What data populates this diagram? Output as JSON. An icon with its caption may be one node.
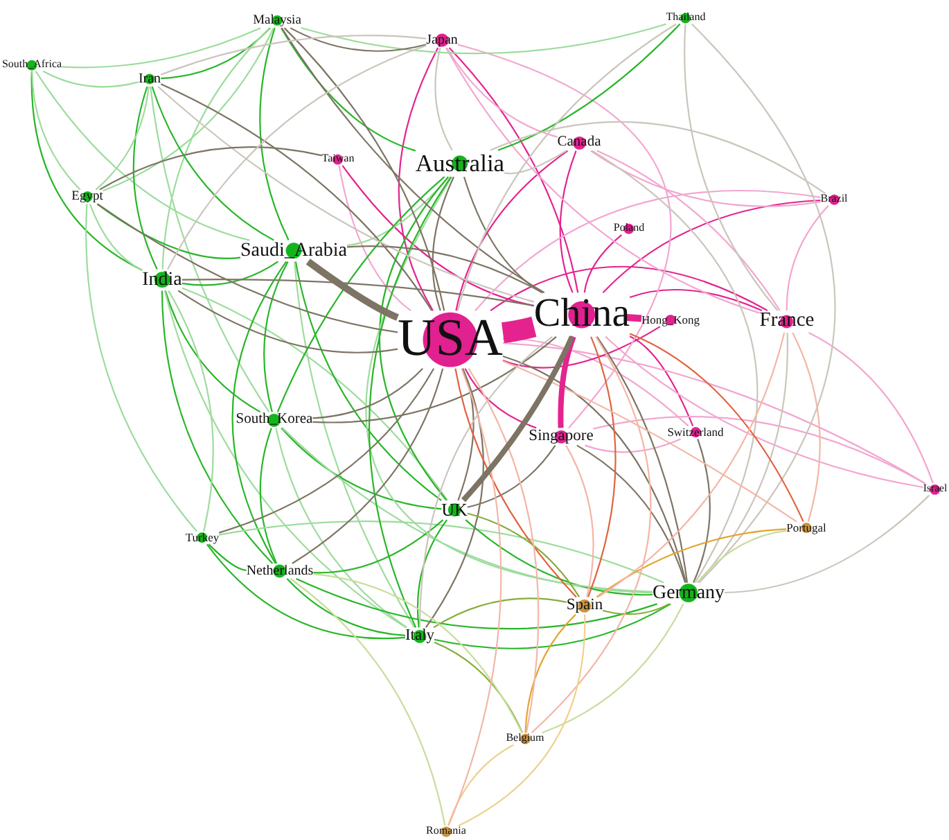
{
  "diagram": {
    "nodes": [
      {
        "text": [
          "Malaysia"
        ]
      },
      {
        "text": [
          "Thailand"
        ]
      },
      {
        "text": [
          "Japan"
        ]
      },
      {
        "text": [
          "South_Africa"
        ]
      },
      {
        "text": [
          "Iran"
        ]
      },
      {
        "text": [
          "Canada"
        ]
      },
      {
        "text": [
          "Taiwan"
        ]
      },
      {
        "text": [
          "Australia"
        ]
      },
      {
        "text": [
          "Egypt"
        ]
      },
      {
        "text": [
          "Brazil"
        ]
      },
      {
        "text": [
          "Poland"
        ]
      },
      {
        "text": [
          "Saudi_Arabia"
        ]
      },
      {
        "text": [
          "India"
        ]
      },
      {
        "text": [
          "China"
        ]
      },
      {
        "text": [
          "Hong_Kong"
        ]
      },
      {
        "text": [
          "France"
        ]
      },
      {
        "text": [
          "USA"
        ]
      },
      {
        "text": [
          "South_Korea"
        ]
      },
      {
        "text": [
          "Switzerland"
        ]
      },
      {
        "text": [
          "Singapore"
        ]
      },
      {
        "text": [
          "Israel"
        ]
      },
      {
        "text": [
          "UK"
        ]
      },
      {
        "text": [
          "Portugal"
        ]
      },
      {
        "text": [
          "Turkey"
        ]
      },
      {
        "text": [
          "Netherlands"
        ]
      },
      {
        "text": [
          "Germany"
        ]
      },
      {
        "text": [
          "Spain"
        ]
      },
      {
        "text": [
          "Italy"
        ]
      },
      {
        "text": [
          "Belgium"
        ]
      },
      {
        "text": [
          "Romania"
        ]
      }
    ],
    "edges": [
      {
        "from": 16,
        "to": 13,
        "arrow": "none",
        "style": "thick",
        "color": "#e4238f"
      },
      {
        "from": 13,
        "to": 14,
        "arrow": "none",
        "style": "thick",
        "color": "#e4238f"
      },
      {
        "from": 13,
        "to": 19,
        "arrow": "none",
        "style": "thick",
        "color": "#e4238f"
      },
      {
        "from": 16,
        "to": 19,
        "arrow": "none",
        "color": "#e4238f"
      },
      {
        "from": 2,
        "to": 16,
        "arrow": "none",
        "color": "#e4238f"
      },
      {
        "from": 2,
        "to": 13,
        "arrow": "none",
        "color": "#e4238f"
      },
      {
        "from": 6,
        "to": 13,
        "arrow": "none",
        "color": "#e4238f"
      },
      {
        "from": 6,
        "to": 16,
        "arrow": "none",
        "color": "#f2a6d0"
      },
      {
        "from": 5,
        "to": 13,
        "arrow": "none",
        "color": "#e4238f"
      },
      {
        "from": 5,
        "to": 16,
        "arrow": "none",
        "color": "#e4238f"
      },
      {
        "from": 10,
        "to": 13,
        "arrow": "none",
        "color": "#e4238f"
      },
      {
        "from": 9,
        "to": 13,
        "arrow": "none",
        "color": "#e4238f"
      },
      {
        "from": 9,
        "to": 16,
        "arrow": "none",
        "color": "#f2a6d0"
      },
      {
        "from": 15,
        "to": 13,
        "arrow": "none",
        "color": "#e4238f"
      },
      {
        "from": 15,
        "to": 16,
        "arrow": "none",
        "color": "#e4238f"
      },
      {
        "from": 18,
        "to": 13,
        "arrow": "none",
        "color": "#e4238f"
      },
      {
        "from": 18,
        "to": 16,
        "arrow": "none",
        "color": "#f2a6d0"
      },
      {
        "from": 20,
        "to": 16,
        "arrow": "none",
        "color": "#f2a6d0"
      },
      {
        "from": 20,
        "to": 13,
        "arrow": "none",
        "color": "#f2a6d0"
      },
      {
        "from": 20,
        "to": 15,
        "arrow": "none",
        "color": "#f2a6d0"
      },
      {
        "from": 20,
        "to": 19,
        "arrow": "none",
        "color": "#f2a6d0"
      },
      {
        "from": 2,
        "to": 5,
        "arrow": "none",
        "color": "#f2a6d0"
      },
      {
        "from": 2,
        "to": 15,
        "arrow": "none",
        "color": "#f2a6d0"
      },
      {
        "from": 5,
        "to": 15,
        "arrow": "none",
        "color": "#f2a6d0"
      },
      {
        "from": 9,
        "to": 15,
        "arrow": "none",
        "color": "#f2a6d0"
      },
      {
        "from": 5,
        "to": 9,
        "arrow": "none",
        "color": "#f2a6d0"
      },
      {
        "from": 14,
        "to": 16,
        "arrow": "none",
        "color": "#e4238f"
      },
      {
        "from": 19,
        "to": 18,
        "arrow": "none",
        "color": "#f2a6d0"
      },
      {
        "from": 2,
        "to": 19,
        "arrow": "none",
        "color": "#f2a6d0"
      },
      {
        "from": 4,
        "to": 0,
        "arrow": "none"
      },
      {
        "from": 0,
        "to": 11,
        "arrow": "none"
      },
      {
        "from": 0,
        "to": 12,
        "arrow": "none",
        "color": "#9ddc9d"
      },
      {
        "from": 0,
        "to": 7,
        "arrow": "none"
      },
      {
        "from": 3,
        "to": 0,
        "arrow": "none",
        "color": "#9ddc9d"
      },
      {
        "from": 8,
        "to": 0,
        "arrow": "none",
        "color": "#9ddc9d"
      },
      {
        "from": 3,
        "to": 4,
        "arrow": "none",
        "color": "#9ddc9d"
      },
      {
        "from": 3,
        "to": 12,
        "arrow": "none"
      },
      {
        "from": 3,
        "to": 8,
        "arrow": "none",
        "color": "#9ddc9d"
      },
      {
        "from": 3,
        "to": 11,
        "arrow": "none",
        "color": "#9ddc9d"
      },
      {
        "from": 4,
        "to": 12,
        "arrow": "none"
      },
      {
        "from": 4,
        "to": 11,
        "arrow": "none"
      },
      {
        "from": 8,
        "to": 4,
        "arrow": "none",
        "color": "#9ddc9d"
      },
      {
        "from": 4,
        "to": 17,
        "arrow": "none",
        "color": "#9ddc9d"
      },
      {
        "from": 8,
        "to": 11,
        "arrow": "none"
      },
      {
        "from": 8,
        "to": 12,
        "arrow": "none",
        "color": "#9ddc9d"
      },
      {
        "from": 8,
        "to": 23,
        "arrow": "none",
        "color": "#9ddc9d"
      },
      {
        "from": 12,
        "to": 11,
        "arrow": "none"
      },
      {
        "from": 12,
        "to": 17,
        "arrow": "none"
      },
      {
        "from": 12,
        "to": 24,
        "arrow": "none"
      },
      {
        "from": 12,
        "to": 21,
        "arrow": "none",
        "color": "#9ddc9d"
      },
      {
        "from": 12,
        "to": 27,
        "arrow": "none",
        "color": "#9ddc9d"
      },
      {
        "from": 11,
        "to": 17,
        "arrow": "none"
      },
      {
        "from": 11,
        "to": 7,
        "arrow": "none",
        "color": "#9ddc9d"
      },
      {
        "from": 11,
        "to": 21,
        "arrow": "none"
      },
      {
        "from": 11,
        "to": 27,
        "arrow": "none",
        "color": "#9ddc9d"
      },
      {
        "from": 11,
        "to": 24,
        "arrow": "none"
      },
      {
        "from": 7,
        "to": 21,
        "arrow": "none"
      },
      {
        "from": 7,
        "to": 1,
        "arrow": "none"
      },
      {
        "from": 7,
        "to": 17,
        "arrow": "none"
      },
      {
        "from": 1,
        "to": 0,
        "arrow": "none",
        "color": "#9ddc9d"
      },
      {
        "from": 17,
        "to": 24,
        "arrow": "none"
      },
      {
        "from": 17,
        "to": 27,
        "arrow": "none",
        "color": "#9ddc9d"
      },
      {
        "from": 17,
        "to": 21,
        "arrow": "none"
      },
      {
        "from": 17,
        "to": 25,
        "arrow": "none",
        "color": "#9ddc9d"
      },
      {
        "from": 23,
        "to": 24,
        "arrow": "none"
      },
      {
        "from": 23,
        "to": 27,
        "arrow": "none"
      },
      {
        "from": 23,
        "to": 25,
        "arrow": "none",
        "color": "#9ddc9d"
      },
      {
        "from": 23,
        "to": 12,
        "arrow": "none",
        "color": "#9ddc9d"
      },
      {
        "from": 24,
        "to": 27,
        "arrow": "none"
      },
      {
        "from": 24,
        "to": 25,
        "arrow": "none"
      },
      {
        "from": 24,
        "to": 21,
        "arrow": "none"
      },
      {
        "from": 21,
        "to": 27,
        "arrow": "none"
      },
      {
        "from": 21,
        "to": 25,
        "arrow": "none"
      },
      {
        "from": 27,
        "to": 25,
        "arrow": "none"
      },
      {
        "from": 7,
        "to": 25,
        "arrow": "none",
        "color": "#9ddc9d"
      },
      {
        "from": 7,
        "to": 27,
        "arrow": "none"
      },
      {
        "from": 11,
        "to": 16,
        "arrow": "none",
        "style": "thick",
        "color": "#7e7464"
      },
      {
        "from": 21,
        "to": 13,
        "arrow": "none",
        "style": "thick",
        "color": "#7e7464"
      },
      {
        "from": 12,
        "to": 16,
        "arrow": "none",
        "color": "#7e7464"
      },
      {
        "from": 12,
        "to": 13,
        "arrow": "none",
        "color": "#7e7464"
      },
      {
        "from": 17,
        "to": 16,
        "arrow": "none",
        "color": "#7e7464"
      },
      {
        "from": 17,
        "to": 13,
        "arrow": "none",
        "color": "#7e7464"
      },
      {
        "from": 8,
        "to": 16,
        "arrow": "none",
        "color": "#7e7464"
      },
      {
        "from": 4,
        "to": 16,
        "arrow": "none",
        "color": "#7e7464"
      },
      {
        "from": 4,
        "to": 13,
        "arrow": "none",
        "color": "#cbc5bb"
      },
      {
        "from": 0,
        "to": 16,
        "arrow": "none",
        "color": "#7e7464"
      },
      {
        "from": 0,
        "to": 2,
        "arrow": "none",
        "color": "#7e7464"
      },
      {
        "from": 0,
        "to": 13,
        "arrow": "none",
        "color": "#7e7464"
      },
      {
        "from": 7,
        "to": 16,
        "arrow": "none",
        "color": "#7e7464"
      },
      {
        "from": 7,
        "to": 13,
        "arrow": "none",
        "color": "#7e7464"
      },
      {
        "from": 7,
        "to": 5,
        "arrow": "none",
        "color": "#cbc5bb"
      },
      {
        "from": 21,
        "to": 16,
        "arrow": "none",
        "color": "#7e7464"
      },
      {
        "from": 27,
        "to": 16,
        "arrow": "none",
        "color": "#7e7464"
      },
      {
        "from": 25,
        "to": 16,
        "arrow": "none",
        "color": "#7e7464"
      },
      {
        "from": 25,
        "to": 13,
        "arrow": "none",
        "color": "#7e7464"
      },
      {
        "from": 25,
        "to": 18,
        "arrow": "none",
        "color": "#7e7464"
      },
      {
        "from": 25,
        "to": 19,
        "arrow": "none",
        "color": "#7e7464"
      },
      {
        "from": 25,
        "to": 15,
        "arrow": "none",
        "color": "#cbc5bb"
      },
      {
        "from": 25,
        "to": 20,
        "arrow": "none",
        "color": "#cbc5bb"
      },
      {
        "from": 24,
        "to": 16,
        "arrow": "none",
        "color": "#7e7464"
      },
      {
        "from": 23,
        "to": 16,
        "arrow": "none",
        "color": "#7e7464"
      },
      {
        "from": 1,
        "to": 16,
        "arrow": "none",
        "color": "#cbc5bb"
      },
      {
        "from": 1,
        "to": 15,
        "arrow": "none",
        "color": "#cbc5bb"
      },
      {
        "from": 1,
        "to": 25,
        "arrow": "none",
        "color": "#cbc5bb"
      },
      {
        "from": 6,
        "to": 8,
        "arrow": "none",
        "color": "#7e7464"
      },
      {
        "from": 2,
        "to": 4,
        "arrow": "none",
        "color": "#cbc5bb"
      },
      {
        "from": 2,
        "to": 12,
        "arrow": "none",
        "color": "#cbc5bb"
      },
      {
        "from": 2,
        "to": 7,
        "arrow": "none",
        "color": "#cbc5bb"
      },
      {
        "from": 9,
        "to": 7,
        "arrow": "none",
        "color": "#cbc5bb"
      },
      {
        "from": 5,
        "to": 25,
        "arrow": "none",
        "color": "#cbc5bb"
      },
      {
        "from": 21,
        "to": 19,
        "arrow": "none",
        "color": "#7e7464"
      },
      {
        "from": 27,
        "to": 13,
        "arrow": "none",
        "color": "#cbc5bb"
      },
      {
        "from": 11,
        "to": 13,
        "arrow": "none",
        "color": "#7e7464"
      },
      {
        "from": 26,
        "to": 16,
        "arrow": "none",
        "color": "#e0633f"
      },
      {
        "from": 26,
        "to": 13,
        "arrow": "none",
        "color": "#e0633f"
      },
      {
        "from": 26,
        "to": 22,
        "arrow": "none",
        "color": "#e3a530"
      },
      {
        "from": 26,
        "to": 25,
        "arrow": "none",
        "color": "#86ad3a"
      },
      {
        "from": 26,
        "to": 27,
        "arrow": "none",
        "color": "#86ad3a"
      },
      {
        "from": 26,
        "to": 21,
        "arrow": "none",
        "color": "#86ad3a"
      },
      {
        "from": 26,
        "to": 28,
        "arrow": "none",
        "color": "#e3a530"
      },
      {
        "from": 28,
        "to": 29,
        "arrow": "none",
        "color": "#efd08e"
      },
      {
        "from": 28,
        "to": 16,
        "arrow": "none",
        "color": "#f3b6a6"
      },
      {
        "from": 28,
        "to": 13,
        "arrow": "none",
        "color": "#f3b6a6"
      },
      {
        "from": 28,
        "to": 27,
        "arrow": "none",
        "color": "#86ad3a"
      },
      {
        "from": 28,
        "to": 25,
        "arrow": "none",
        "color": "#c8dd9c"
      },
      {
        "from": 28,
        "to": 24,
        "arrow": "none",
        "color": "#c8dd9c"
      },
      {
        "from": 29,
        "to": 16,
        "arrow": "none",
        "color": "#f3b6a6"
      },
      {
        "from": 29,
        "to": 24,
        "arrow": "none",
        "color": "#c8dd9c"
      },
      {
        "from": 29,
        "to": 26,
        "arrow": "none",
        "color": "#efd08e"
      },
      {
        "from": 22,
        "to": 15,
        "arrow": "none",
        "color": "#f3b6a6"
      },
      {
        "from": 22,
        "to": 13,
        "arrow": "none",
        "color": "#e0633f"
      },
      {
        "from": 22,
        "to": 16,
        "arrow": "none",
        "color": "#f3b6a6"
      },
      {
        "from": 22,
        "to": 25,
        "arrow": "none",
        "color": "#c8dd9c"
      },
      {
        "from": 26,
        "to": 15,
        "arrow": "none",
        "color": "#f3b6a6"
      },
      {
        "from": 26,
        "to": 19,
        "arrow": "none",
        "color": "#f3b6a6"
      }
    ]
  }
}
